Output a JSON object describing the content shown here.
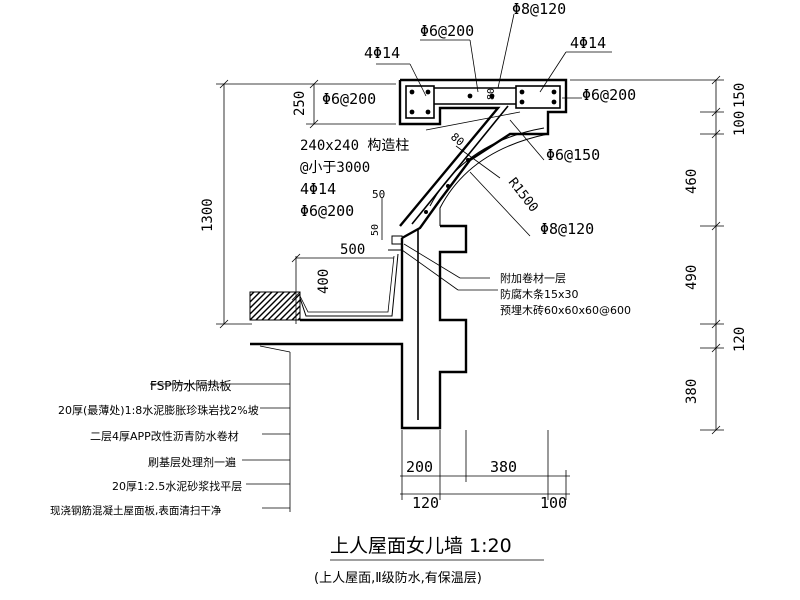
{
  "title": "上人屋面女儿墙 1:20",
  "subtitle": "(上人屋面,Ⅱ级防水,有保温层)",
  "rebar_labels": {
    "top_stirrup": "Φ8@120",
    "left_bars": "4Φ14",
    "top_mid": "Φ6@200",
    "right_bars": "4Φ14",
    "right_dist": "Φ6@200",
    "left_dist": "Φ6@200",
    "column_size": "240x240 构造柱",
    "column_spacing": "@小于3000",
    "mid_bars": "4Φ14",
    "mid_dist": "Φ6@200",
    "slope_stirrup": "Φ6@150",
    "arc_radius": "R1500",
    "lower_stirrup": "Φ8@120"
  },
  "notes_right": [
    "附加卷材一层",
    "防腐木条15x30",
    "预埋木砖60x60x60@600"
  ],
  "layers_left": [
    "FSP防水隔热板",
    "20厚(最薄处)1:8水泥膨胀珍珠岩找2%坡",
    "二层4厚APP改性沥青防水卷材",
    "刷基层处理剂一遍",
    "20厚1:2.5水泥砂浆找平层",
    "现浇钢筋混凝土屋面板,表面清扫干净"
  ],
  "dims": {
    "left_height": "1300",
    "top_250": "250",
    "small_80a": "80",
    "small_80b": "80",
    "d50a": "50",
    "d50b": "50",
    "d500": "500",
    "d400": "400",
    "right": [
      "150",
      "100",
      "460",
      "490",
      "120",
      "380"
    ],
    "bottom_top": [
      "200",
      "380"
    ],
    "bottom_low": [
      "120",
      "100"
    ]
  }
}
